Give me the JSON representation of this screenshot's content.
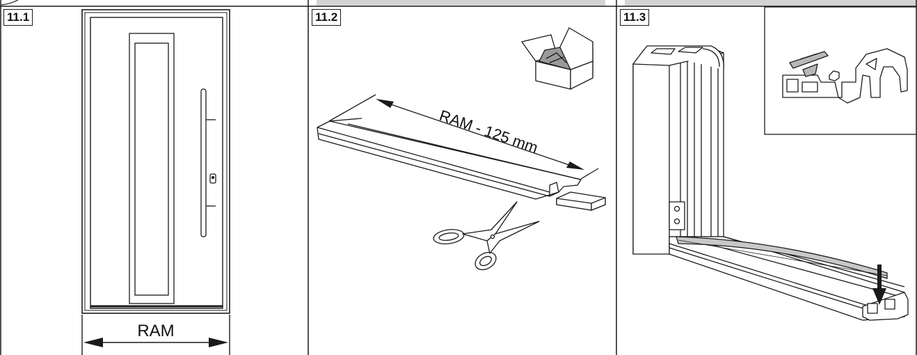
{
  "panels": [
    {
      "id": "11.1",
      "caption": "RAM"
    },
    {
      "id": "11.2",
      "caption": "RAM - 125 mm"
    },
    {
      "id": "11.3"
    }
  ],
  "icons": {
    "panel1": [
      "door-icon",
      "door-handle-icon",
      "lock-cylinder-icon",
      "dimension-arrow-icon"
    ],
    "panel2": [
      "box-icon",
      "seal-profile-icon",
      "scissors-icon",
      "dimension-arrow-icon"
    ],
    "panel3": [
      "frame-profile-icon",
      "seal-strip-icon",
      "arrow-down-icon",
      "profile-section-icon"
    ]
  },
  "colors": {
    "line": "#1a1a1a",
    "header_bar": "#d4d4d4",
    "shade": "#c8c8c8"
  }
}
